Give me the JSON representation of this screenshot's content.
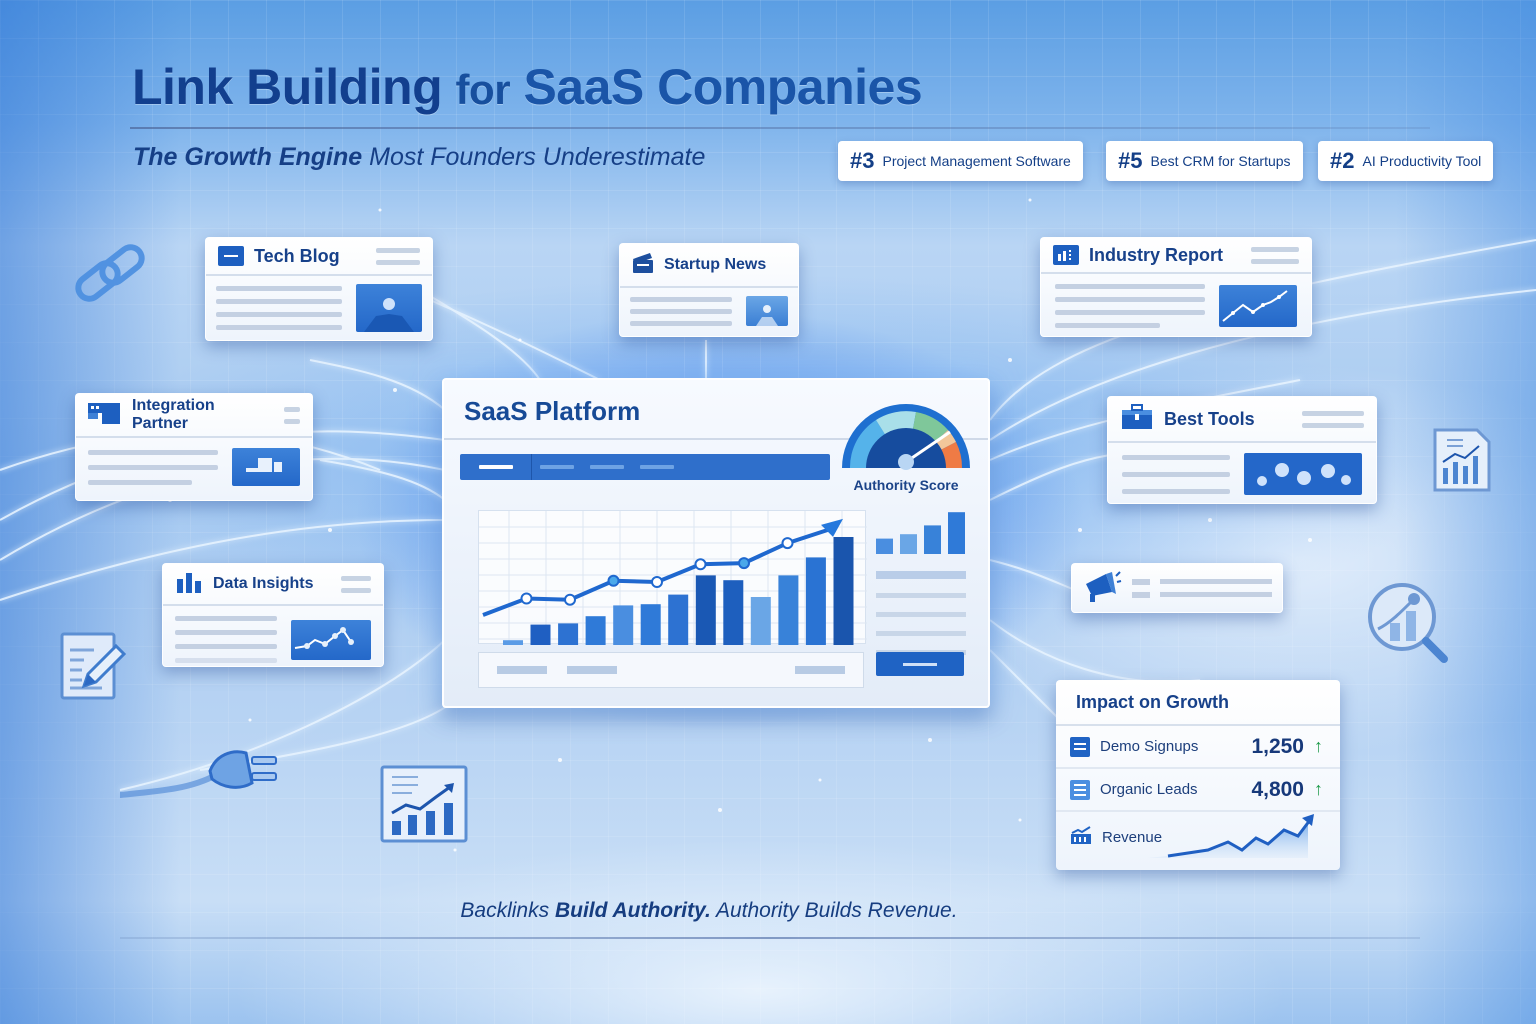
{
  "header": {
    "title_part1": "Link Building",
    "title_part2": "for",
    "title_part3": "SaaS Companies",
    "subtitle_bold": "The Growth Engine",
    "subtitle_rest": "Most Founders Underestimate"
  },
  "rank_badges": [
    {
      "rank": "#3",
      "label": "Project Management Software"
    },
    {
      "rank": "#5",
      "label": "Best CRM for Startups"
    },
    {
      "rank": "#2",
      "label": "AI Productivity Tool"
    }
  ],
  "link_sources": {
    "tech_blog": {
      "title": "Tech Blog",
      "icon": "browser-window-icon"
    },
    "startup_news": {
      "title": "Startup News",
      "icon": "clapperboard-icon"
    },
    "industry_report": {
      "title": "Industry Report",
      "icon": "report-chart-icon"
    },
    "integration_partner": {
      "title": "Integration Partner",
      "icon": "app-blocks-icon"
    },
    "data_insights": {
      "title": "Data Insights",
      "icon": "bar-chart-icon"
    },
    "best_tools": {
      "title": "Best Tools",
      "icon": "toolbox-icon"
    },
    "promo": {
      "title": "",
      "icon": "megaphone-icon"
    }
  },
  "platform": {
    "title": "SaaS Platform",
    "gauge_label": "Authority Score",
    "gauge_colors": [
      "#1e6fd0",
      "#55b3ea",
      "#a9dfe9",
      "#7fc79a",
      "#f3c79a",
      "#ef7b45"
    ],
    "chart": {
      "bars": [
        4,
        17,
        18,
        24,
        33,
        34,
        42,
        58,
        54,
        40,
        58,
        73,
        90
      ],
      "line": [
        22,
        36,
        35,
        51,
        50,
        65,
        66,
        83,
        95
      ]
    },
    "side_bars": [
      35,
      45,
      65,
      95
    ]
  },
  "impact": {
    "title": "Impact on Growth",
    "rows": [
      {
        "label": "Demo Signups",
        "value": "1,250",
        "trend": "up",
        "icon": "form-icon"
      },
      {
        "label": "Organic Leads",
        "value": "4,800",
        "trend": "up",
        "icon": "list-icon"
      },
      {
        "label": "Revenue",
        "value": "",
        "trend": "up",
        "icon": "revenue-chart-icon"
      }
    ],
    "trend_up_symbol": "↑",
    "trend_color": "#1d9a4a"
  },
  "tagline": {
    "part1": "Backlinks",
    "bold": "Build Authority.",
    "part2": "Authority Builds Revenue."
  },
  "decorative_icons": [
    "link-icon",
    "document-edit-icon",
    "plug-icon",
    "report-chart-icon",
    "analytics-document-icon",
    "magnifier-chart-icon"
  ],
  "colors": {
    "primary_dark": "#143f87",
    "primary": "#1f63c4",
    "accent_green": "#1d9a4a",
    "accent_orange": "#ef7b45"
  }
}
